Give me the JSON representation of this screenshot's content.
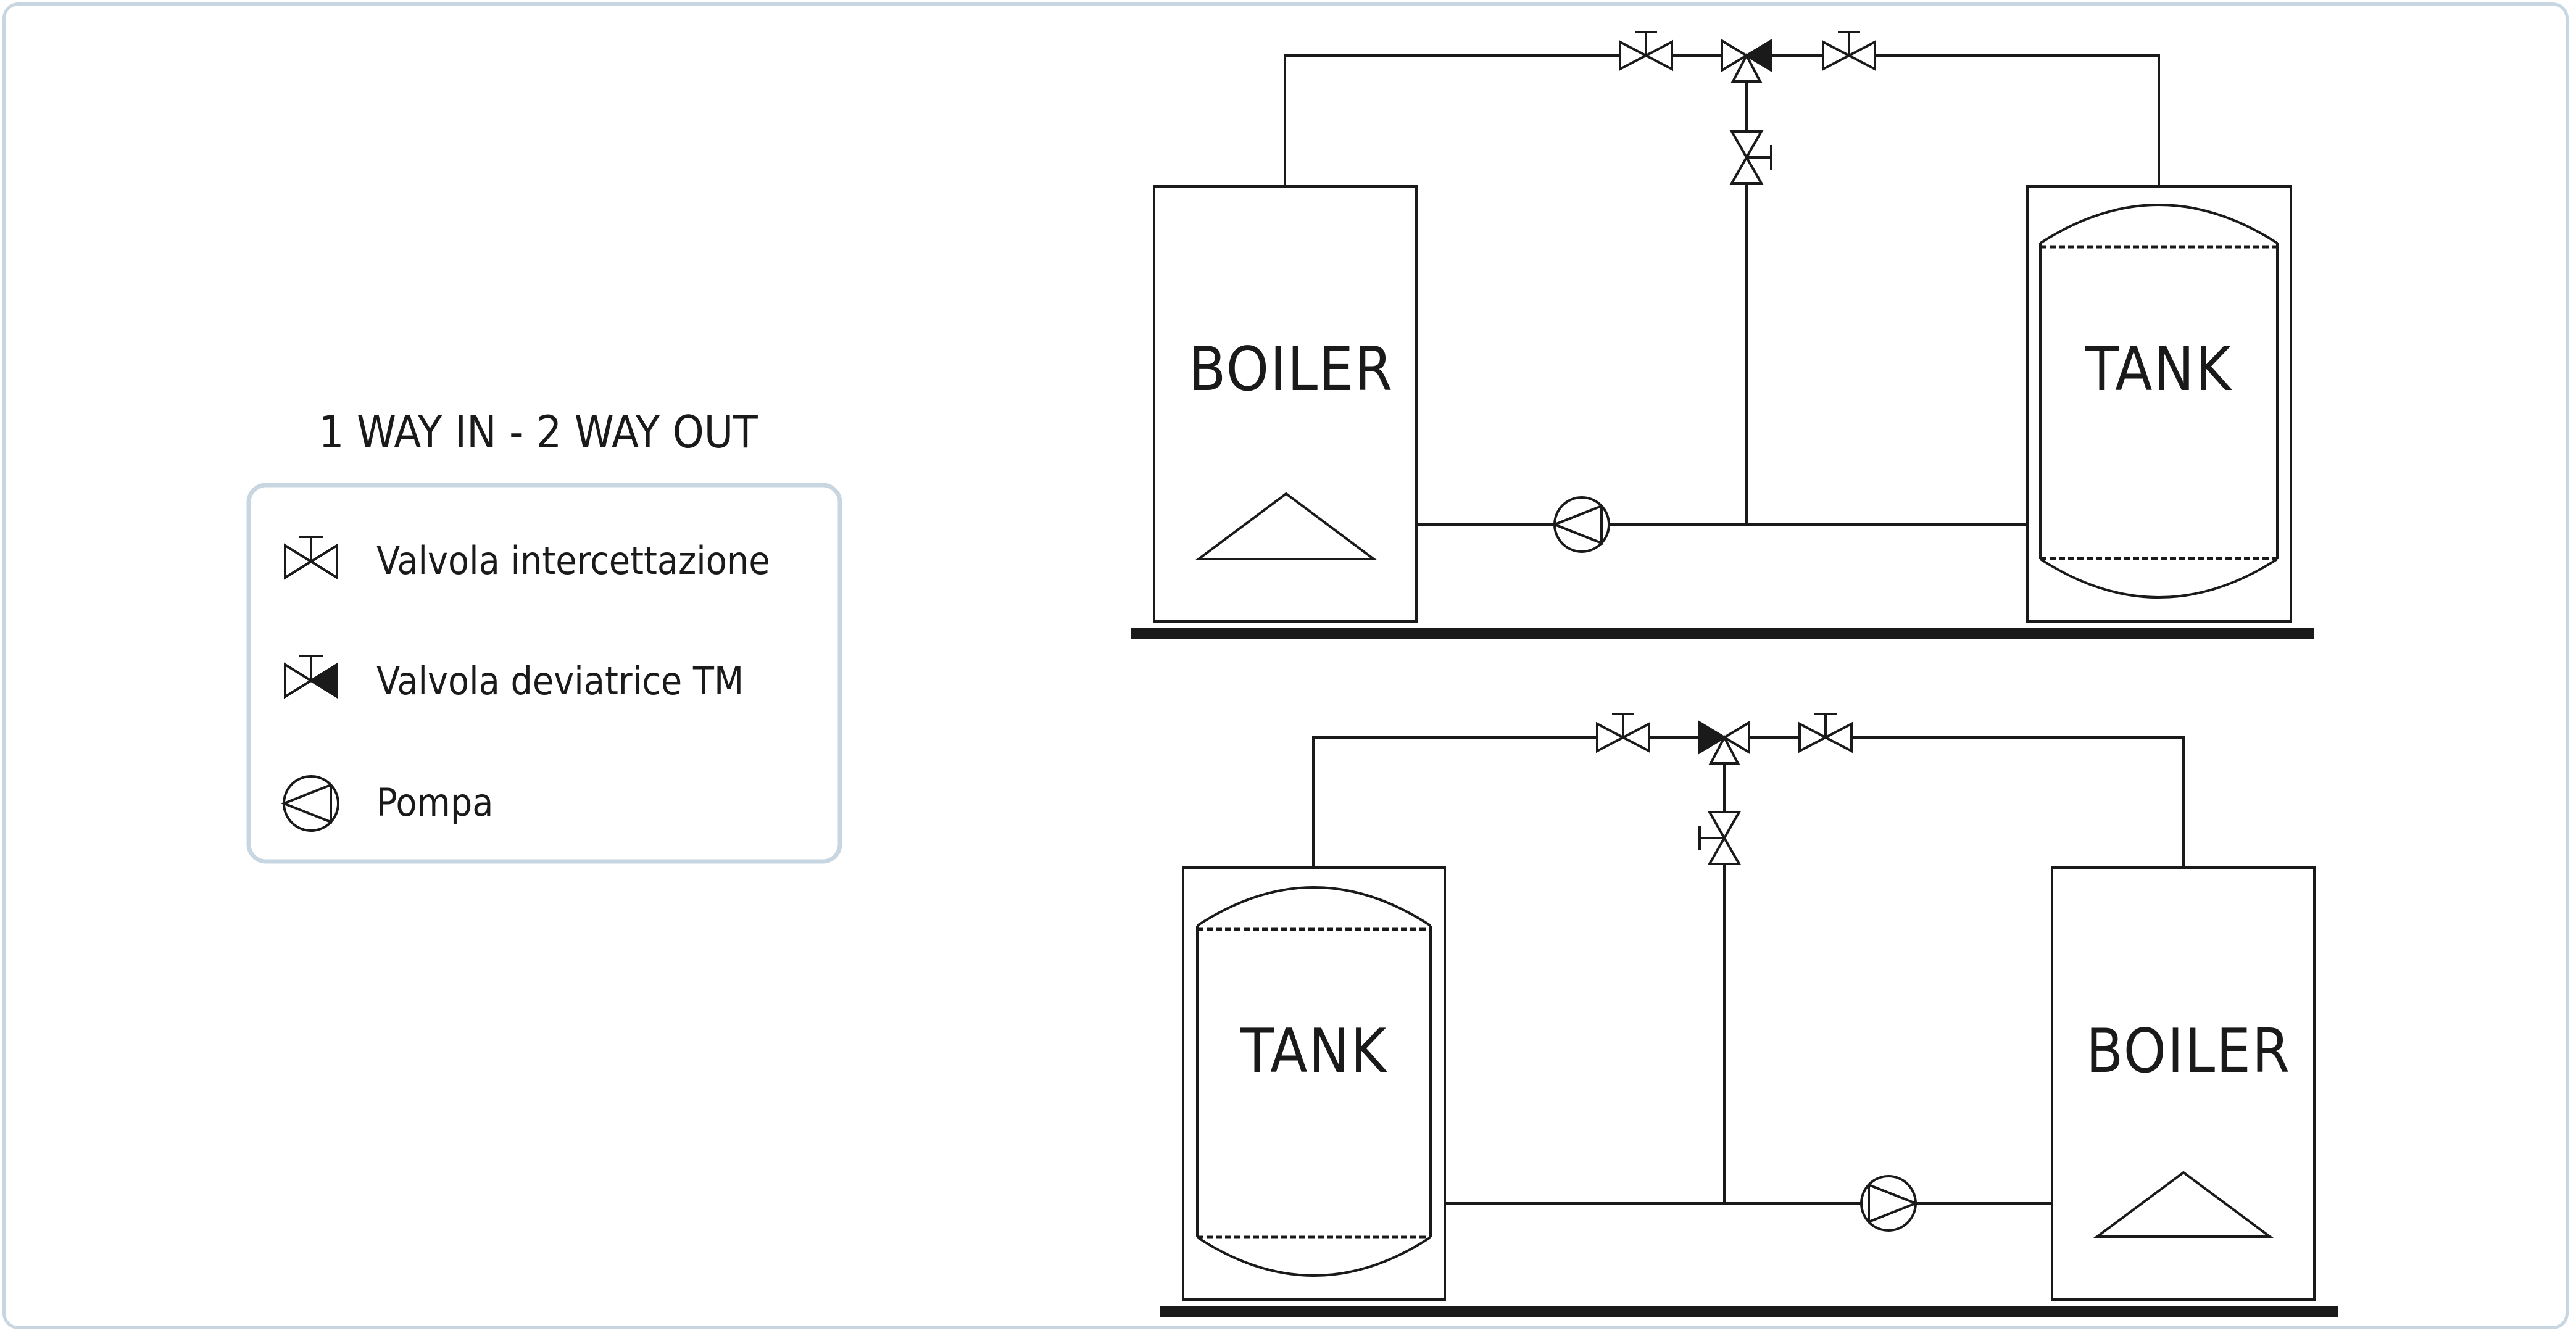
{
  "legend": {
    "title": "1 WAY IN - 2 WAY OUT",
    "items": [
      {
        "icon": "shutoff-valve-icon",
        "label": "Valvola intercettazione"
      },
      {
        "icon": "diverter-valve-icon",
        "label": "Valvola deviatrice TM"
      },
      {
        "icon": "pump-icon",
        "label": "Pompa"
      }
    ]
  },
  "diagram_top": {
    "left_unit": "BOILER",
    "right_unit": "TANK"
  },
  "diagram_bottom": {
    "left_unit": "TANK",
    "right_unit": "BOILER"
  },
  "colors": {
    "line": "#1a1a1a",
    "frame": "#c7d6e0",
    "legend_border": "#c7d6e0"
  }
}
